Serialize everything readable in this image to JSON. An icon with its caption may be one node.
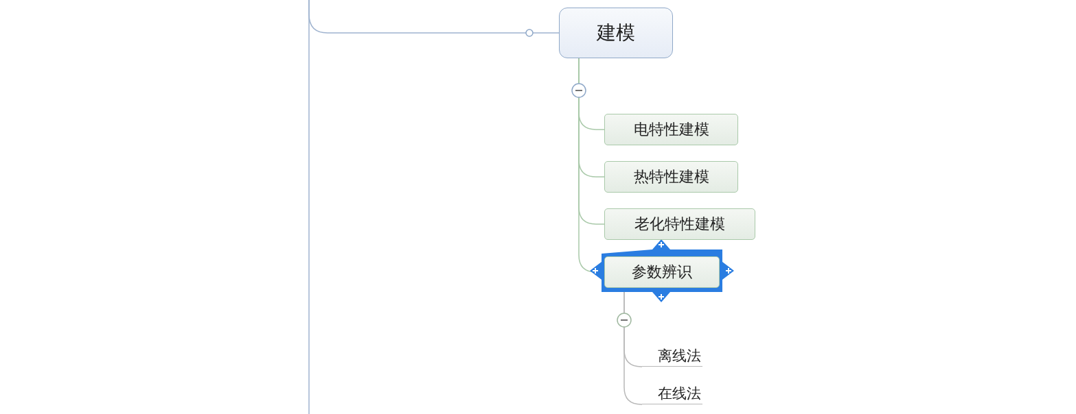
{
  "diagram": {
    "nodes": [
      {
        "text": [
          "建模"
        ]
      },
      {
        "text": [
          "电特性建模"
        ]
      },
      {
        "text": [
          "热特性建模"
        ]
      },
      {
        "text": [
          "老化特性建模"
        ]
      },
      {
        "text": [
          "参数辨识"
        ]
      },
      {
        "text": [
          "离线法"
        ]
      },
      {
        "text": [
          "在线法"
        ]
      }
    ],
    "edges": [
      {
        "from": null,
        "to": 0,
        "arrow": "none"
      },
      {
        "from": 0,
        "to": 1,
        "arrow": "none"
      },
      {
        "from": 0,
        "to": 2,
        "arrow": "none"
      },
      {
        "from": 0,
        "to": 3,
        "arrow": "none"
      },
      {
        "from": 0,
        "to": 4,
        "arrow": "none"
      },
      {
        "from": 4,
        "to": 5,
        "arrow": "none"
      },
      {
        "from": 4,
        "to": 6,
        "arrow": "none"
      }
    ]
  }
}
